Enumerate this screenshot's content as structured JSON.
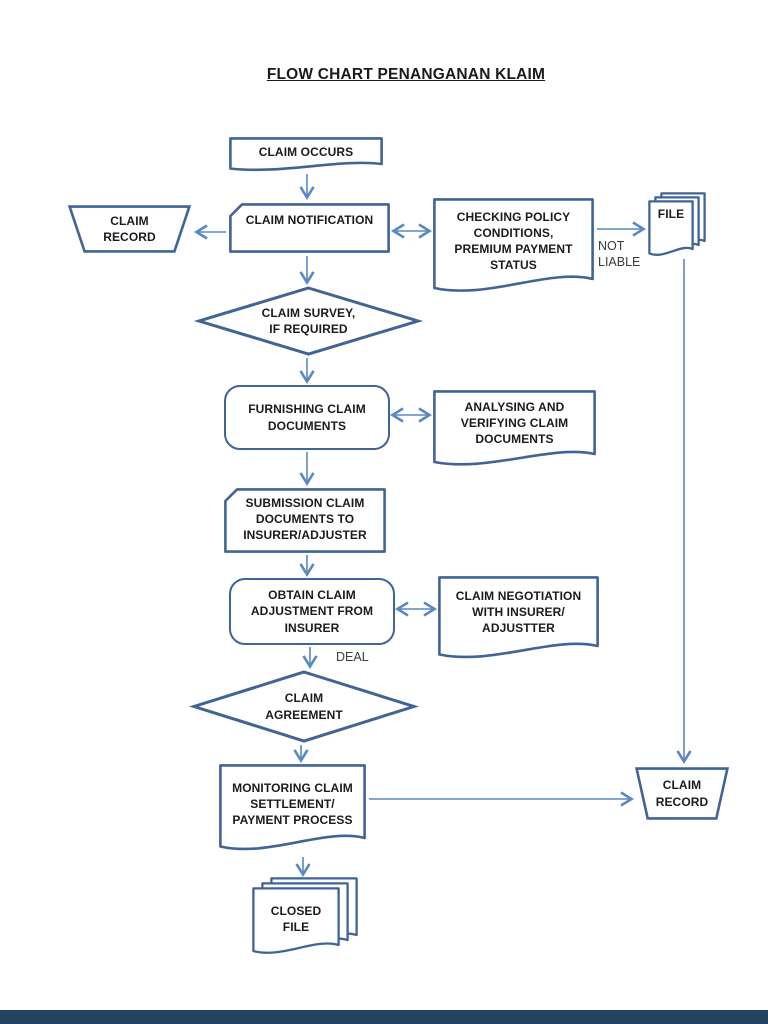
{
  "title": "FLOW CHART PENANGANAN KLAIM",
  "colors": {
    "shape_border": "#3f6495",
    "arrow": "#5a89c2",
    "text": "#1b1b1b",
    "edge_label_text": "#3c3c3c",
    "bottom_bar": "#264362",
    "background": "#ffffff"
  },
  "nodes": {
    "claim_occurs": {
      "shape": "document",
      "label": "CLAIM OCCURS"
    },
    "claim_record_1": {
      "shape": "trapezoid",
      "label": "CLAIM\nRECORD"
    },
    "claim_notification": {
      "shape": "card",
      "label": "CLAIM NOTIFICATION"
    },
    "checking_policy": {
      "shape": "document",
      "label": "CHECKING POLICY\nCONDITIONS,\nPREMIUM PAYMENT\nSTATUS"
    },
    "file": {
      "shape": "multi-document",
      "label": "FILE"
    },
    "claim_survey": {
      "shape": "decision",
      "label": "CLAIM SURVEY,\nIF REQUIRED"
    },
    "furnishing": {
      "shape": "rounded-process",
      "label": "FURNISHING CLAIM\nDOCUMENTS"
    },
    "analysing": {
      "shape": "document",
      "label": "ANALYSING AND\nVERIFYING CLAIM\nDOCUMENTS"
    },
    "submission": {
      "shape": "card",
      "label": "SUBMISSION CLAIM\nDOCUMENTS TO\nINSURER/ADJUSTER"
    },
    "obtain": {
      "shape": "rounded-process",
      "label": "OBTAIN CLAIM\nADJUSTMENT FROM\nINSURER"
    },
    "negotiation": {
      "shape": "document",
      "label": "CLAIM NEGOTIATION\nWITH INSURER/\nADJUSTTER"
    },
    "claim_agreement": {
      "shape": "decision",
      "label": "CLAIM\nAGREEMENT"
    },
    "monitoring": {
      "shape": "document",
      "label": "MONITORING CLAIM\nSETTLEMENT/\nPAYMENT PROCESS"
    },
    "claim_record_2": {
      "shape": "trapezoid",
      "label": "CLAIM\nRECORD"
    },
    "closed_file": {
      "shape": "multi-document",
      "label": "CLOSED\nFILE"
    }
  },
  "edge_labels": {
    "not_liable": "NOT\nLIABLE",
    "deal": "DEAL"
  }
}
